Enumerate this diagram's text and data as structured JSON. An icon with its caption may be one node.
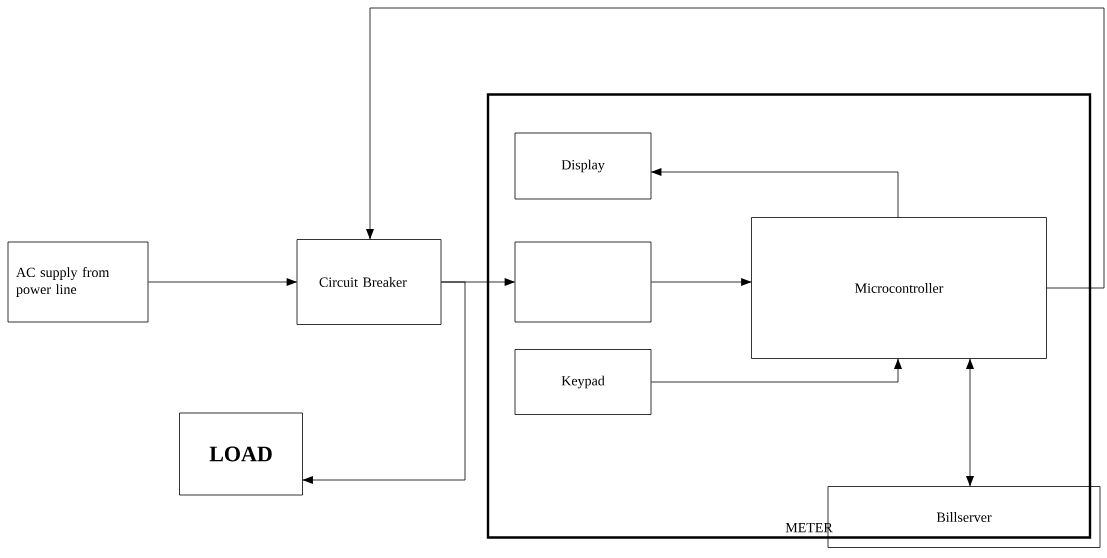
{
  "diagram": {
    "nodes": [
      {
        "text": [
          "AC supply from power line"
        ]
      },
      {
        "text": [
          "Circuit Breaker"
        ]
      },
      {
        "text": [
          "METER"
        ]
      },
      {
        "text": [
          "Display"
        ],
        "in": 2
      },
      {
        "text": [],
        "shape": "box",
        "in": 2
      },
      {
        "text": [
          "Microcontroller"
        ],
        "in": 2
      },
      {
        "text": [
          "Keypad"
        ],
        "in": 2
      },
      {
        "text": [
          "LOAD"
        ]
      },
      {
        "text": [
          "Billserver"
        ]
      }
    ],
    "edges": [
      {
        "from": 0,
        "to": 1,
        "arrow": "to"
      },
      {
        "from": 1,
        "to": 4,
        "arrow": "to"
      },
      {
        "from": 1,
        "to": 7,
        "arrow": "to"
      },
      {
        "from": 4,
        "to": 5,
        "arrow": "to"
      },
      {
        "from": 5,
        "to": 3,
        "arrow": "to"
      },
      {
        "from": 6,
        "to": 5,
        "arrow": "to"
      },
      {
        "from": 5,
        "to": 8,
        "arrow": "both"
      },
      {
        "from": 5,
        "to": 1,
        "arrow": "to"
      }
    ]
  }
}
